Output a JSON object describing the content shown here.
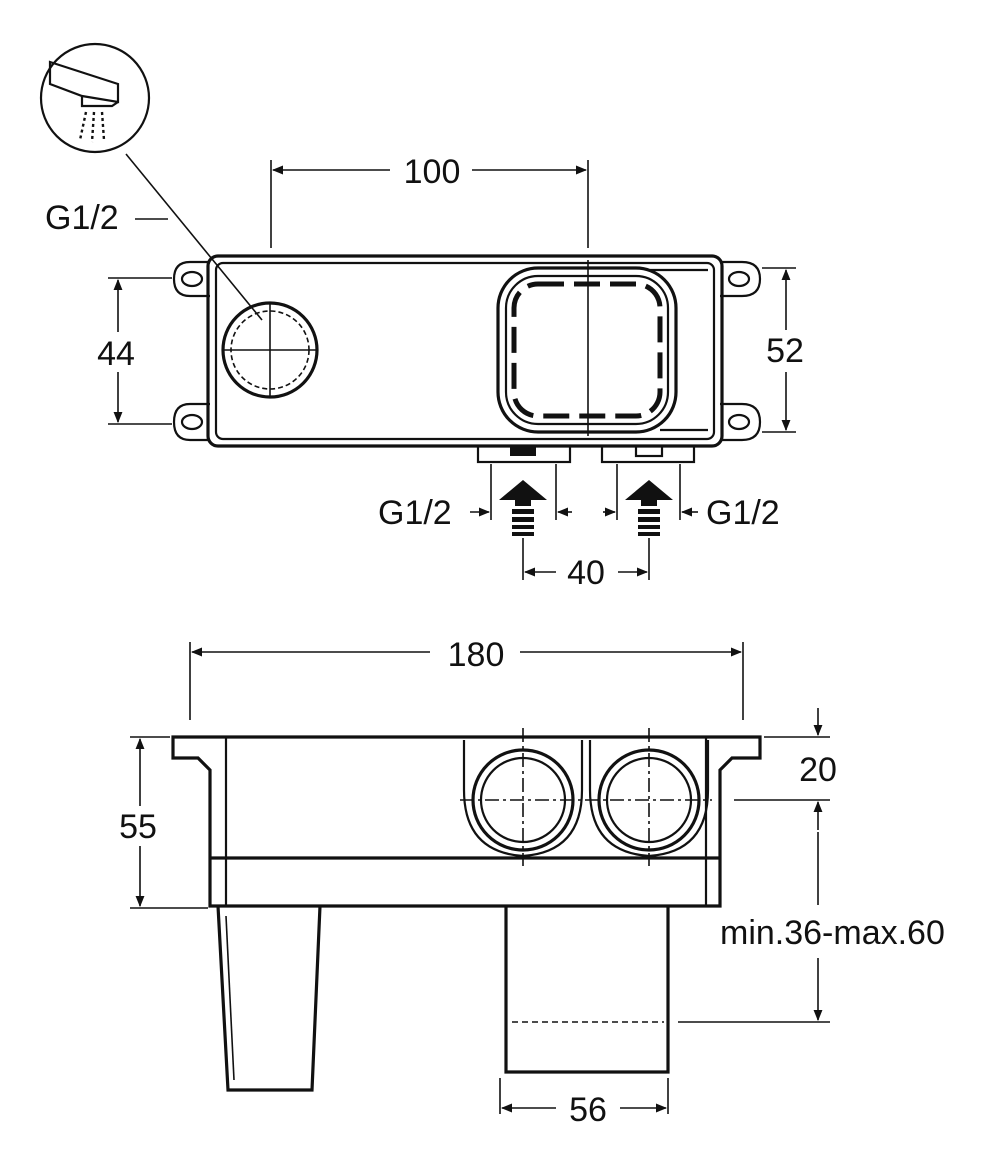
{
  "top_view": {
    "dim_width": "100",
    "dim_height_left": "44",
    "dim_height_right": "52",
    "dim_inlet_spacing": "40",
    "label_outlet": "G1/2",
    "label_inlet_left": "G1/2",
    "label_inlet_right": "G1/2",
    "spout_icon": "shower-spout-icon",
    "inlet_arrow_icon": "inlet-arrow-icon"
  },
  "side_view": {
    "dim_width": "180",
    "dim_height": "55",
    "dim_flange": "20",
    "dim_depth_range": "min.36-max.60",
    "dim_spout_width": "56"
  },
  "colors": {
    "line": "#111111",
    "fill_dark": "#111111",
    "background": "#ffffff"
  }
}
